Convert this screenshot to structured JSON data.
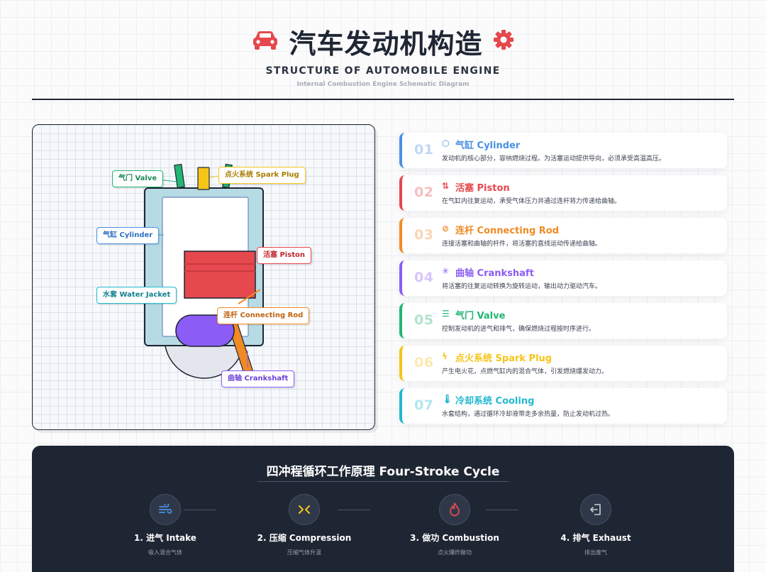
{
  "header": {
    "title": "汽车发动机构造",
    "subtitle": "STRUCTURE OF AUTOMOBILE ENGINE",
    "subtitle2": "Internal Combustion Engine Schematic Diagram",
    "left_icon": "car-icon",
    "right_icon": "gear-icon"
  },
  "diagram": {
    "labels": {
      "valve": "气门 Valve",
      "spark_plug": "点火系统 Spark Plug",
      "cylinder": "气缸 Cylinder",
      "piston": "活塞 Piston",
      "water_jacket": "水套 Water Jacket",
      "connecting_rod": "连杆 Connecting Rod",
      "crankshaft": "曲轴 Crankshaft"
    }
  },
  "components": [
    {
      "num": "01",
      "icon": "cube-icon",
      "title": "气缸 Cylinder",
      "desc": "发动机的核心部分，容纳燃烧过程。为活塞运动提供导向，必须承受高温高压。",
      "color": "#4a90e2"
    },
    {
      "num": "02",
      "icon": "arrows-updown-icon",
      "title": "活塞 Piston",
      "desc": "在气缸内往复运动，承受气体压力并通过连杆将力传递给曲轴。",
      "color": "#e5484d"
    },
    {
      "num": "03",
      "icon": "link-icon",
      "title": "连杆 Connecting Rod",
      "desc": "连接活塞和曲轴的杆件，将活塞的直线运动传递给曲轴。",
      "color": "#f08a24"
    },
    {
      "num": "04",
      "icon": "spinner-icon",
      "title": "曲轴 Crankshaft",
      "desc": "将活塞的往复运动转换为旋转运动，输出动力驱动汽车。",
      "color": "#8b5cf6"
    },
    {
      "num": "05",
      "icon": "sliders-icon",
      "title": "气门 Valve",
      "desc": "控制发动机的进气和排气，确保燃烧过程按时序进行。",
      "color": "#22b573"
    },
    {
      "num": "06",
      "icon": "bolt-icon",
      "title": "点火系统 Spark Plug",
      "desc": "产生电火花，点燃气缸内的混合气体，引发燃烧爆发动力。",
      "color": "#f5c518"
    },
    {
      "num": "07",
      "icon": "thermometer-icon",
      "title": "冷却系统 Cooling",
      "desc": "水套结构，通过循环冷却液带走多余热量，防止发动机过热。",
      "color": "#22b8cf"
    }
  ],
  "cycle": {
    "title": "四冲程循环工作原理 Four-Stroke Cycle",
    "steps": [
      {
        "label": "1. 进气 Intake",
        "desc": "吸入混合气体",
        "icon": "wind-icon"
      },
      {
        "label": "2. 压缩 Compression",
        "desc": "压缩气体升温",
        "icon": "compress-icon"
      },
      {
        "label": "3. 做功 Combustion",
        "desc": "点火爆炸做功",
        "icon": "flame-icon"
      },
      {
        "label": "4. 排气 Exhaust",
        "desc": "排出废气",
        "icon": "exit-icon"
      }
    ]
  }
}
